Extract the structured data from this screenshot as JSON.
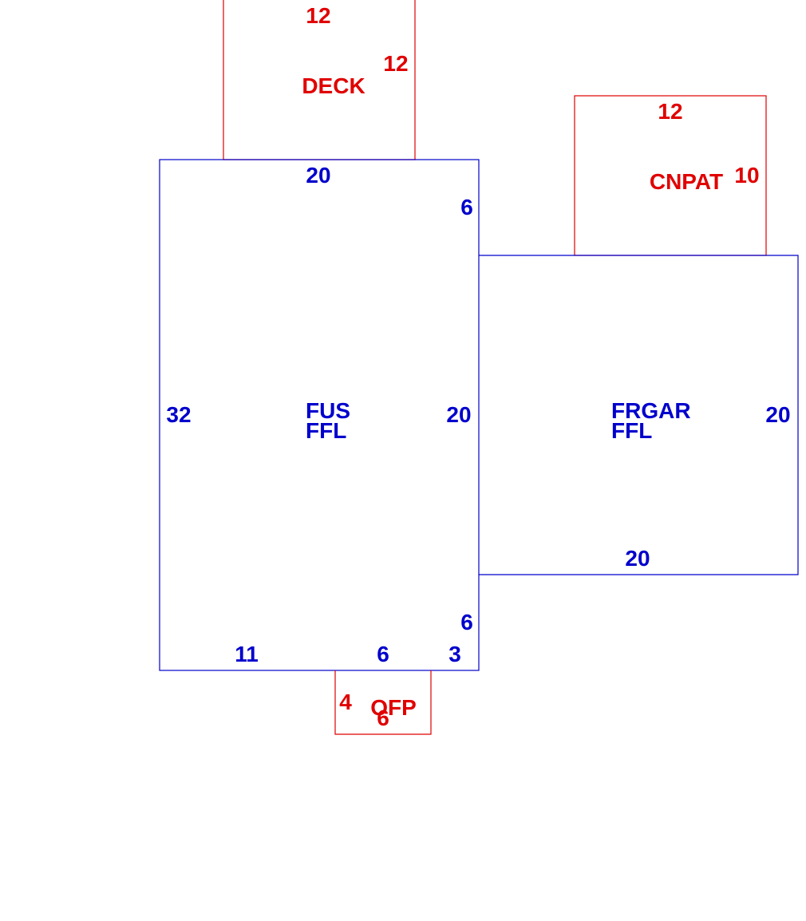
{
  "colors": {
    "building": "#0000cc",
    "addition": "#e00000",
    "background": "#ffffff"
  },
  "sections": [
    {
      "id": "deck",
      "code": "DECK",
      "type": "addition",
      "dims": [
        "12",
        "12"
      ]
    },
    {
      "id": "cnpat",
      "code": "CNPAT",
      "type": "addition",
      "dims": [
        "12",
        "10"
      ]
    },
    {
      "id": "fus",
      "codes": [
        "FUS",
        "FFL"
      ],
      "type": "building",
      "dims": [
        "20",
        "6",
        "32",
        "20",
        "6",
        "11",
        "6",
        "3"
      ]
    },
    {
      "id": "frgar",
      "codes": [
        "FRGAR",
        "FFL"
      ],
      "type": "building",
      "dims": [
        "20",
        "20"
      ]
    },
    {
      "id": "ofp",
      "code": "OFP",
      "type": "addition",
      "dims": [
        "4",
        "6"
      ]
    }
  ]
}
